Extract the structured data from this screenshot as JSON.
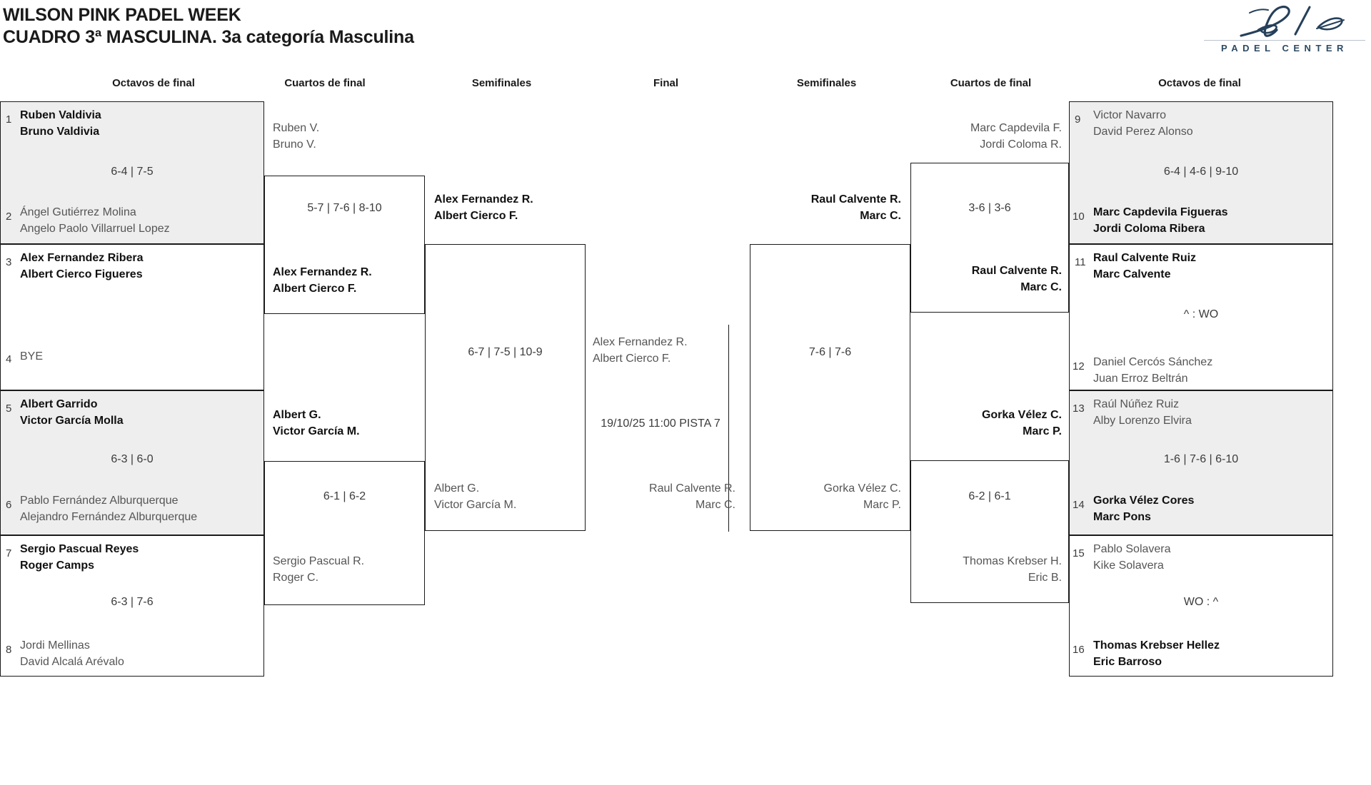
{
  "header": {
    "title_line1": "WILSON PINK PADEL WEEK",
    "title_line2": "CUADRO 3ª MASCULINA. 3a categoría Masculina",
    "logo_word": "PADEL CENTER",
    "logo_mark_name": "bela-signature"
  },
  "colors": {
    "shade": "#eeeeee",
    "line": "#1a1a1a",
    "winner_text": "#111111",
    "loser_text": "#555555",
    "logo_navy": "#2c4a63"
  },
  "round_headers": [
    {
      "label": "Octavos de final"
    },
    {
      "label": "Cuartos de final"
    },
    {
      "label": "Semifinales"
    },
    {
      "label": "Final"
    },
    {
      "label": "Semifinales"
    },
    {
      "label": "Cuartos de final"
    },
    {
      "label": "Octavos de final"
    }
  ],
  "left": {
    "octavos": [
      {
        "seed": "1",
        "p1": "Ruben Valdivia",
        "p2": "Bruno Valdivia",
        "result": "win"
      },
      {
        "seed": "2",
        "p1": "Ángel Gutiérrez Molina",
        "p2": "Angelo Paolo Villarruel Lopez",
        "result": "lose"
      },
      {
        "seed": "3",
        "p1": "Alex Fernandez Ribera",
        "p2": "Albert Cierco Figueres",
        "result": "win"
      },
      {
        "seed": "4",
        "p1": "BYE",
        "p2": "",
        "result": "lose"
      },
      {
        "seed": "5",
        "p1": "Albert Garrido",
        "p2": "Victor García Molla",
        "result": "win"
      },
      {
        "seed": "6",
        "p1": "Pablo Fernández Alburquerque",
        "p2": "Alejandro Fernández Alburquerque",
        "result": "lose"
      },
      {
        "seed": "7",
        "p1": "Sergio Pascual Reyes",
        "p2": "Roger Camps",
        "result": "win"
      },
      {
        "seed": "8",
        "p1": "Jordi Mellinas",
        "p2": "David Alcalá Arévalo",
        "result": "lose"
      }
    ],
    "octavos_scores": [
      {
        "value": "6-4 | 7-5"
      },
      {
        "value": ""
      },
      {
        "value": "6-3 | 6-0"
      },
      {
        "value": "6-3 | 7-6"
      }
    ],
    "cuartos": [
      {
        "p1": "Ruben V.",
        "p2": "Bruno V.",
        "result": "lose"
      },
      {
        "p1": "Alex Fernandez R.",
        "p2": "Albert Cierco F.",
        "result": "win"
      },
      {
        "p1": "Albert G.",
        "p2": "Victor García M.",
        "result": "win"
      },
      {
        "p1": "Sergio Pascual R.",
        "p2": "Roger C.",
        "result": "lose"
      }
    ],
    "cuartos_scores": [
      {
        "value": "5-7 | 7-6 | 8-10"
      },
      {
        "value": "6-1 | 6-2"
      }
    ],
    "semis": [
      {
        "p1": "Alex Fernandez R.",
        "p2": "Albert Cierco F.",
        "result": "win"
      },
      {
        "p1": "Albert G.",
        "p2": "Victor García M.",
        "result": "lose"
      }
    ],
    "semis_scores": [
      {
        "value": "6-7 | 7-5 | 10-9"
      }
    ]
  },
  "final": {
    "top": {
      "p1": "Alex Fernandez R.",
      "p2": "Albert Cierco F.",
      "result": "lose"
    },
    "bottom": {
      "p1": "Raul Calvente R.",
      "p2": "Marc C.",
      "result": "lose"
    },
    "schedule": "19/10/25 11:00 PISTA 7"
  },
  "right": {
    "semis": [
      {
        "p1": "Raul Calvente R.",
        "p2": "Marc C.",
        "result": "win"
      },
      {
        "p1": "Gorka Vélez C.",
        "p2": "Marc P.",
        "result": "lose"
      }
    ],
    "semis_scores": [
      {
        "value": "7-6 | 7-6"
      }
    ],
    "cuartos": [
      {
        "p1": "Marc Capdevila F.",
        "p2": "Jordi Coloma R.",
        "result": "lose"
      },
      {
        "p1": "Raul Calvente R.",
        "p2": "Marc C.",
        "result": "win"
      },
      {
        "p1": "Gorka Vélez C.",
        "p2": "Marc P.",
        "result": "win"
      },
      {
        "p1": "Thomas Krebser H.",
        "p2": "Eric B.",
        "result": "lose"
      }
    ],
    "cuartos_scores": [
      {
        "value": "3-6 | 3-6"
      },
      {
        "value": "6-2 | 6-1"
      }
    ],
    "octavos": [
      {
        "seed": "9",
        "p1": "Victor Navarro",
        "p2": "David Perez Alonso",
        "result": "lose"
      },
      {
        "seed": "10",
        "p1": "Marc Capdevila Figueras",
        "p2": "Jordi Coloma Ribera",
        "result": "win"
      },
      {
        "seed": "11",
        "p1": "Raul Calvente Ruiz",
        "p2": "Marc Calvente",
        "result": "win"
      },
      {
        "seed": "12",
        "p1": "Daniel Cercós Sánchez",
        "p2": "Juan Erroz Beltrán",
        "result": "lose"
      },
      {
        "seed": "13",
        "p1": "Raúl Núñez Ruiz",
        "p2": "Alby Lorenzo Elvira",
        "result": "lose"
      },
      {
        "seed": "14",
        "p1": "Gorka Vélez Cores",
        "p2": "Marc Pons",
        "result": "win"
      },
      {
        "seed": "15",
        "p1": "Pablo Solavera",
        "p2": "Kike Solavera",
        "result": "lose"
      },
      {
        "seed": "16",
        "p1": "Thomas Krebser Hellez",
        "p2": "Eric Barroso",
        "result": "win"
      }
    ],
    "octavos_scores": [
      {
        "value": "6-4 | 4-6 | 9-10"
      },
      {
        "value": "^ : WO"
      },
      {
        "value": "1-6 | 7-6 | 6-10"
      },
      {
        "value": "WO : ^"
      }
    ]
  }
}
